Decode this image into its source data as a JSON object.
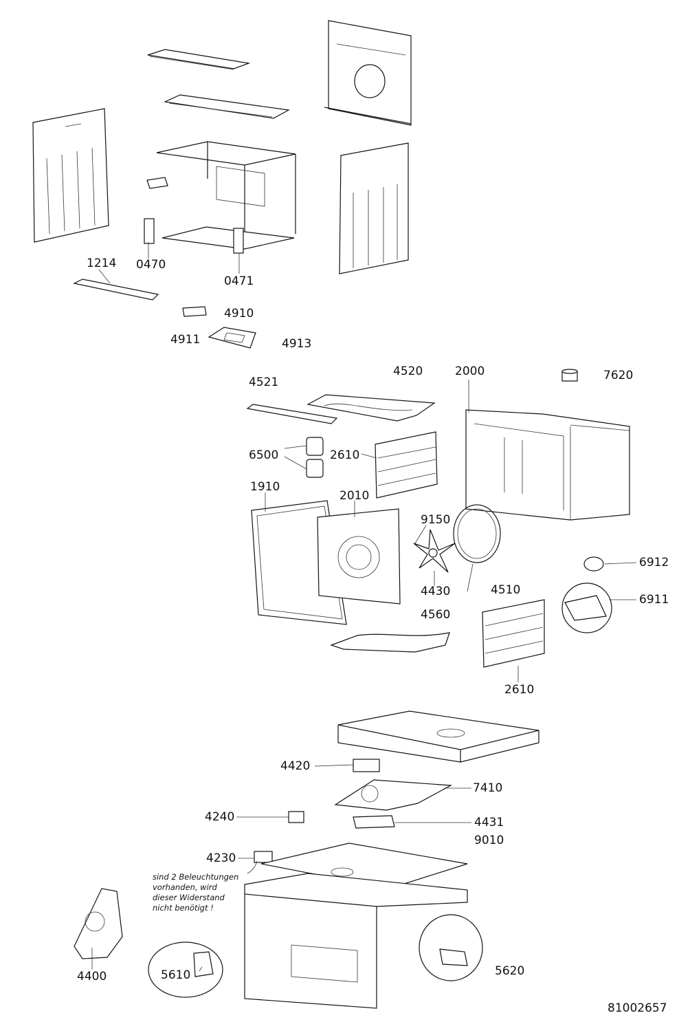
{
  "parts": [
    {
      "id": "p1214",
      "label": "1214"
    },
    {
      "id": "p0470",
      "label": "0470"
    },
    {
      "id": "p0471",
      "label": "0471"
    },
    {
      "id": "p4910",
      "label": "4910"
    },
    {
      "id": "p4911",
      "label": "4911"
    },
    {
      "id": "p4913",
      "label": "4913"
    },
    {
      "id": "p4521",
      "label": "4521"
    },
    {
      "id": "p4520",
      "label": "4520"
    },
    {
      "id": "p2000",
      "label": "2000"
    },
    {
      "id": "p7620",
      "label": "7620"
    },
    {
      "id": "p6500",
      "label": "6500"
    },
    {
      "id": "p2610a",
      "label": "2610"
    },
    {
      "id": "p1910",
      "label": "1910"
    },
    {
      "id": "p2010",
      "label": "2010"
    },
    {
      "id": "p9150",
      "label": "9150"
    },
    {
      "id": "p6912",
      "label": "6912"
    },
    {
      "id": "p4430",
      "label": "4430"
    },
    {
      "id": "p4510",
      "label": "4510"
    },
    {
      "id": "p6911",
      "label": "6911"
    },
    {
      "id": "p4560",
      "label": "4560"
    },
    {
      "id": "p2610b",
      "label": "2610"
    },
    {
      "id": "p4420",
      "label": "4420"
    },
    {
      "id": "p7410",
      "label": "7410"
    },
    {
      "id": "p4240",
      "label": "4240"
    },
    {
      "id": "p4431",
      "label": "4431"
    },
    {
      "id": "p9010",
      "label": "9010"
    },
    {
      "id": "p4230",
      "label": "4230"
    },
    {
      "id": "p4400",
      "label": "4400"
    },
    {
      "id": "p5610",
      "label": "5610"
    },
    {
      "id": "p5620",
      "label": "5620"
    }
  ],
  "note": "sind 2 Beleuchtungen\nvorhanden, wird\ndieser Widerstand\nnicht benötigt !",
  "drawing_number": "81002657"
}
